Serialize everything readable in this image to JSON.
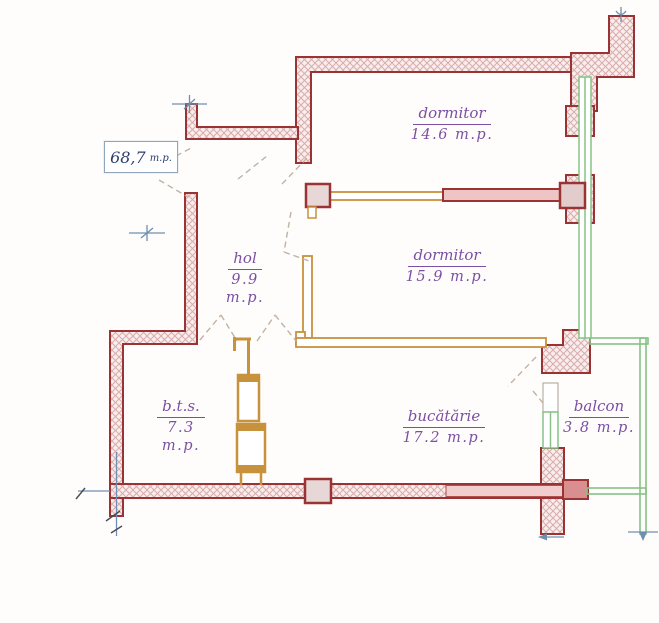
{
  "plan": {
    "title": "apartment-floor-plan",
    "total_area": {
      "value": "68,7",
      "unit": "m.p."
    },
    "rooms": [
      {
        "id": "dormitor-1",
        "name": "dormitor",
        "area": "14.6  m.p."
      },
      {
        "id": "dormitor-2",
        "name": "dormitor",
        "area": "15.9  m.p."
      },
      {
        "id": "hol",
        "name": "hol",
        "area": "9.9  m.p."
      },
      {
        "id": "bts",
        "name": "b.t.s.",
        "area": "7.3  m.p."
      },
      {
        "id": "bucatarie",
        "name": "bucătărie",
        "area": "17.2  m.p."
      },
      {
        "id": "balcon",
        "name": "balcon",
        "area": "3.8  m.p."
      }
    ],
    "colors": {
      "wall_stroke": "#9a3434",
      "wall_hatch_fill": "#f9eded",
      "wall_hatch_line": "#d9abab",
      "pillar_fill": "#e8d7d7",
      "red_segment_fill": "#eec4c4",
      "partition_orange": "#c8913c",
      "window_green": "#86c386",
      "label_purple": "#7b4fa3",
      "total_navy": "#2c3e6b",
      "axis_blue": "#6f8fb0",
      "door_dash": "#c2b2a2"
    }
  }
}
